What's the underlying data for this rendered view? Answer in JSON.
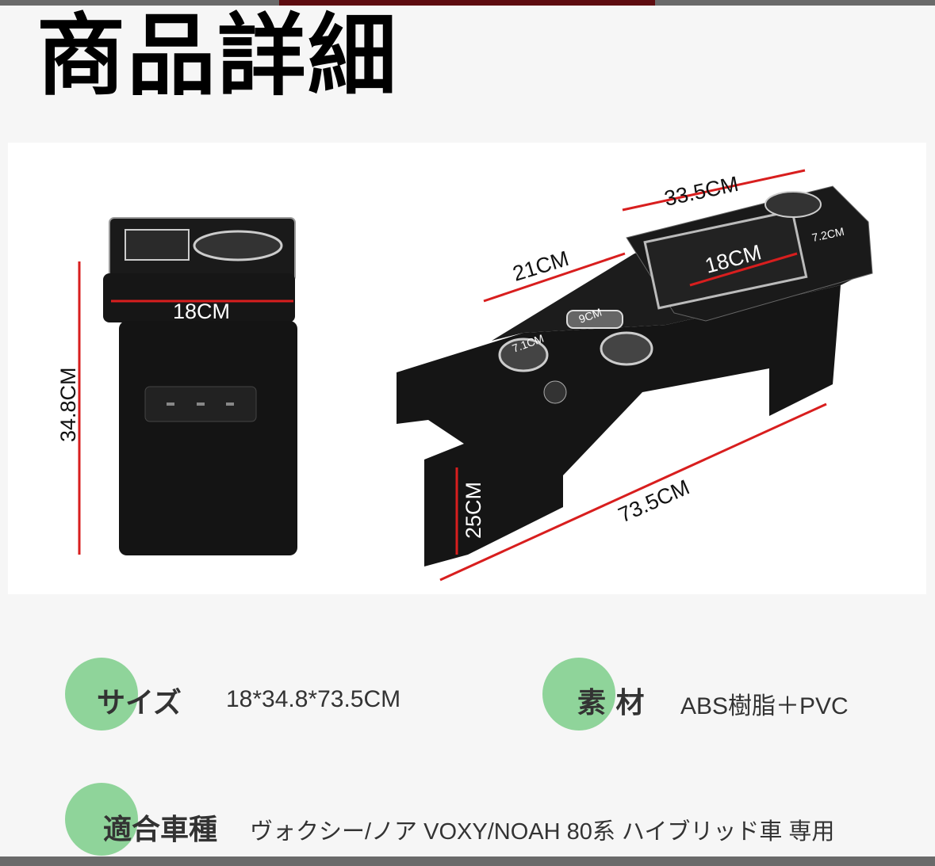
{
  "header": {
    "title": "商品詳細"
  },
  "colors": {
    "accent_bar": "#5e0c10",
    "circle": "#8fd49a",
    "dimension_line": "#d81e1e"
  },
  "product_image": {
    "dimensions": {
      "front_width": "18CM",
      "front_height": "34.8CM",
      "top_length": "33.5CM",
      "tray_width": "21CM",
      "tray_inner": "18CM",
      "small_holder": "7.2CM",
      "slot": "9CM",
      "cup": "7.1CM",
      "base_height": "25CM",
      "total_length": "73.5CM"
    }
  },
  "specs": [
    {
      "label": "サイズ",
      "value": "18*34.8*73.5CM"
    },
    {
      "label": "素 材",
      "value": "ABS樹脂＋PVC"
    },
    {
      "label": "適合車種",
      "value": "ヴォクシー/ノア VOXY/NOAH 80系 ハイブリッド車 専用"
    }
  ]
}
